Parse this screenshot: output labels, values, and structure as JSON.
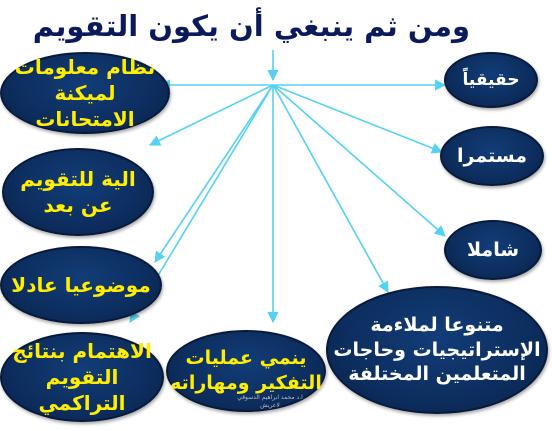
{
  "title": "ومن ثم ينبغي أن يكون التقويم",
  "colors": {
    "node_fill": "#0c2c5c",
    "connector": "#55d2f2",
    "left_text": "#ffee00",
    "right_text": "#ffffff",
    "title": "#0a1a5c"
  },
  "nodes": {
    "n1": {
      "line1": "نظام معلومات",
      "line2": "لميكنة الامتحانات"
    },
    "n2": {
      "line1": "الية للتقويم",
      "line2": "عن بعد"
    },
    "n3": {
      "line1": "موضوعيا عادلا"
    },
    "n4": {
      "line1": "الاهتمام بنتائج",
      "line2": "التقويم التراكمي"
    },
    "n5": {
      "line1": "ينمي عمليات",
      "line2": "التفكير ومهاراته"
    },
    "n6": {
      "line1": "متنوعا لملاءمة",
      "line2": "الإستراتيجيات وحاجات",
      "line3": "المتعلمين المختلفة"
    },
    "n7": {
      "line1": "حقيقياً"
    },
    "n8": {
      "line1": "مستمرا"
    },
    "n9": {
      "line1": "شاملا"
    }
  },
  "footnote": {
    "line1": "ا.د محمد ابراهيم الدسوقي",
    "line2": "لاعريش"
  }
}
